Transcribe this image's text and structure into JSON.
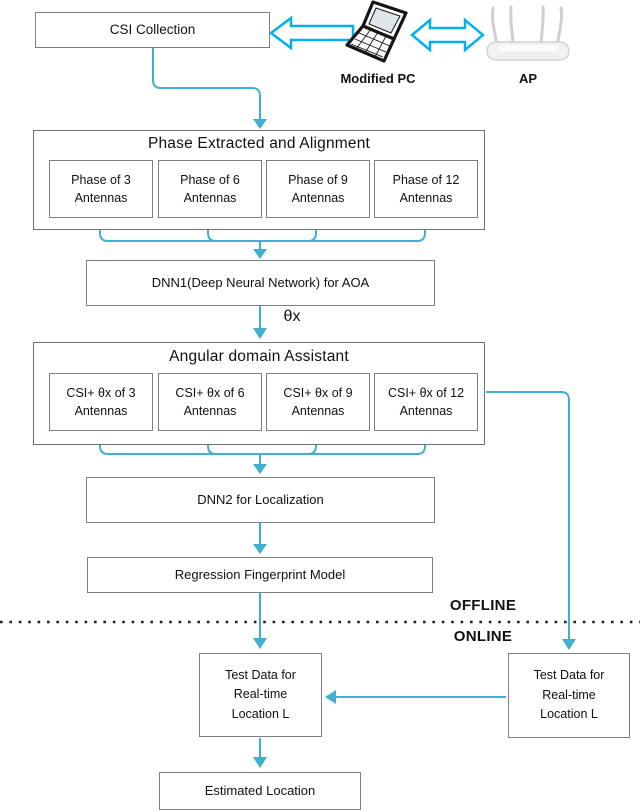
{
  "flow": {
    "csi_box": "CSI Collection",
    "devices": {
      "pc_label": "Modified PC",
      "ap_label": "AP"
    },
    "phase_section": {
      "title": "Phase Extracted and Alignment",
      "boxes": [
        {
          "l1": "Phase of 3",
          "l2": "Antennas"
        },
        {
          "l1": "Phase of 6",
          "l2": "Antennas"
        },
        {
          "l1": "Phase of 9",
          "l2": "Antennas"
        },
        {
          "l1": "Phase of 12",
          "l2": "Antennas"
        }
      ]
    },
    "dnn1_box": "DNN1(Deep Neural Network) for AOA",
    "aoa_output_label": "θx",
    "angular_section": {
      "title": "Angular domain Assistant",
      "boxes": [
        {
          "l1": "CSI+ θx of 3",
          "l2": "Antennas"
        },
        {
          "l1": "CSI+ θx of 6",
          "l2": "Antennas"
        },
        {
          "l1": "CSI+ θx of 9",
          "l2": "Antennas"
        },
        {
          "l1": "CSI+ θx of 12",
          "l2": "Antennas"
        }
      ]
    },
    "dnn2_box": "DNN2 for Localization",
    "regression_box": "Regression Fingerprint Model",
    "stage_labels": {
      "offline": "OFFLINE",
      "online": "ONLINE"
    },
    "test_box_center": {
      "l1": "Test Data for",
      "l2": "Real-time",
      "l3": "Location L"
    },
    "test_box_right": {
      "l1": "Test Data for",
      "l2": "Real-time",
      "l3": "Location L"
    },
    "estimated_box": "Estimated Location"
  },
  "colors": {
    "flow_line": "#41AFD0",
    "signal_arrow": "#00B0F0",
    "box_border": "#7F7F7F",
    "separator_dots": "#1F1F1F",
    "text": "#111111"
  }
}
